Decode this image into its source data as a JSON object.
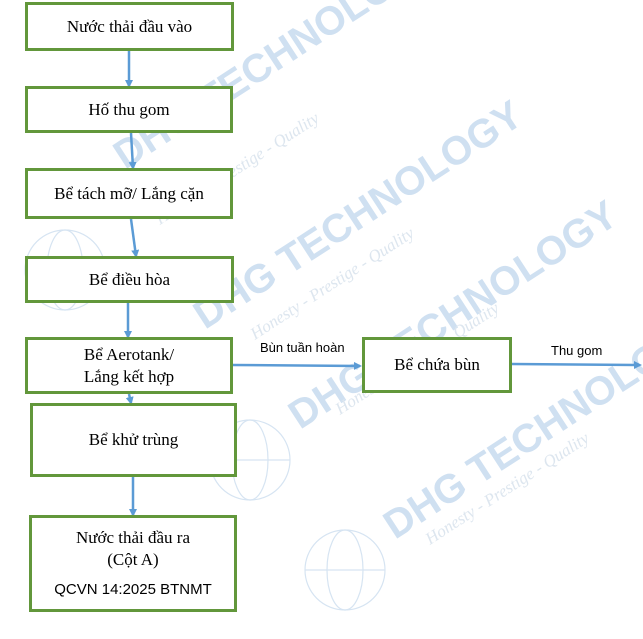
{
  "diagram": {
    "nodes": {
      "input": "Nước thải đầu vào",
      "collection": "Hố thu gom",
      "grease": "Bể tách mỡ/ Lắng cặn",
      "equalization": "Bể điều hòa",
      "aerotank_line1": "Bể Aerotank/",
      "aerotank_line2": "Lắng kết hợp",
      "disinfection": "Bể khử trùng",
      "output_line1": "Nước thải đầu ra",
      "output_line2": "(Cột A)",
      "output_line3": "QCVN 14:2025 BTNMT",
      "sludge": "Bể chứa bùn"
    },
    "edges": {
      "recirculation": "Bùn tuần hoàn",
      "collect": "Thu gom"
    }
  },
  "watermark": {
    "brand": "DHG TECHNOLOGY",
    "slogan": "Honesty - Prestige - Quality"
  },
  "colors": {
    "box_border": "#62973b",
    "arrow": "#5b9bd5",
    "watermark": "#c5d9ef"
  }
}
